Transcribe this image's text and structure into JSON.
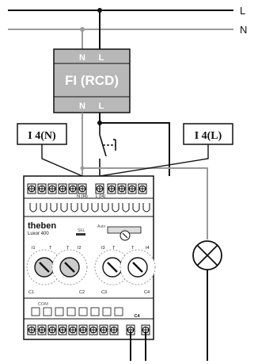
{
  "lines": {
    "l_label": "L",
    "n_label": "N"
  },
  "rcd": {
    "title": "FI (RCD)",
    "top_n": "N",
    "top_l": "L",
    "bottom_n": "N",
    "bottom_l": "L"
  },
  "callouts": {
    "left": "I 4(N)",
    "right": "I 4(L)"
  },
  "device": {
    "brand": "theben",
    "model": "Luxor 400",
    "top_terminal_n": "N (I4)",
    "top_terminal_l": "L (I4)",
    "sel_label": "SEL",
    "auto_label": "Auto",
    "com_label": "COM",
    "dials": [
      {
        "id": "I1",
        "t": "T",
        "c": "C1"
      },
      {
        "id": "I2",
        "t": "T",
        "c": "C2"
      },
      {
        "id": "I3",
        "t": "T",
        "c": "C3"
      },
      {
        "id": "I4",
        "t": "T",
        "c": "C4"
      }
    ],
    "bottom_c4_label": "C4"
  },
  "colors": {
    "line": "#111111",
    "grey_line": "#9a9a9a",
    "rcd_fill": "#b8b8b8",
    "rcd_text": "#ffffff",
    "device_fill": "#ffffff"
  }
}
